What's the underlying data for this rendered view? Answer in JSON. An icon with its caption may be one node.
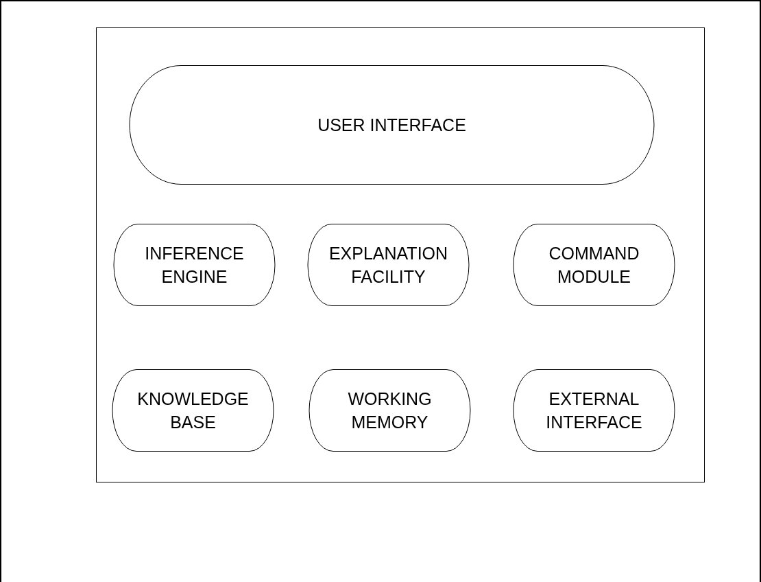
{
  "diagram": {
    "nodes": [
      {
        "text": [],
        "shape": "box"
      },
      {
        "text": [
          "USER INTERFACE"
        ],
        "in": 0
      },
      {
        "text": [
          "INFERENCE ENGINE"
        ],
        "in": 0
      },
      {
        "text": [
          "EXPLANATION FACILITY"
        ],
        "in": 0
      },
      {
        "text": [
          "COMMAND MODULE"
        ],
        "in": 0
      },
      {
        "text": [
          "KNOWLEDGE BASE"
        ],
        "in": 0
      },
      {
        "text": [
          "WORKING MEMORY"
        ],
        "in": 0
      },
      {
        "text": [
          "EXTERNAL INTERFACE"
        ],
        "in": 0
      }
    ]
  }
}
